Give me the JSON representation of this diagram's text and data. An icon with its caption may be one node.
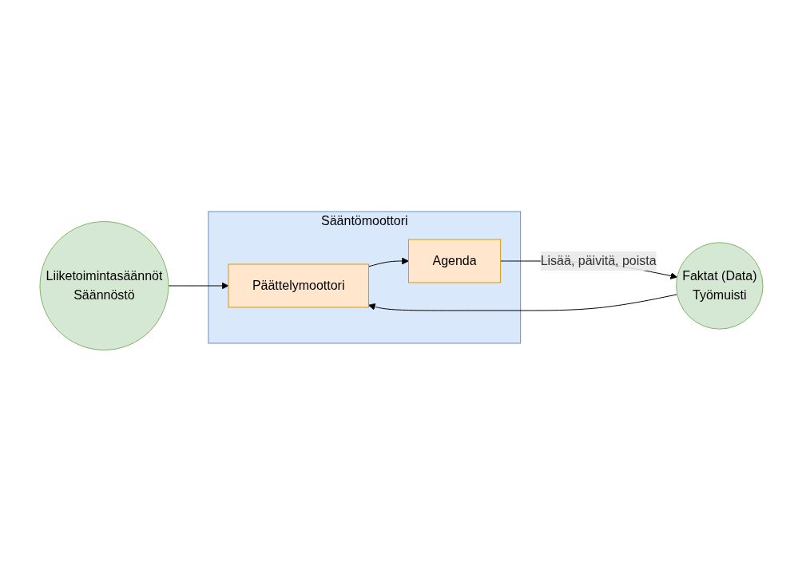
{
  "diagram": {
    "nodes": [
      {
        "text": [
          "Liiketoimintasäännöt",
          "Säännöstö"
        ]
      },
      {
        "text": [
          "Sääntömoottori"
        ]
      },
      {
        "text": [
          "Päättelymoottori"
        ],
        "in": 1
      },
      {
        "text": [
          "Agenda"
        ],
        "in": 1
      },
      {
        "text": [
          "Faktat (Data)",
          "Työmuisti"
        ]
      }
    ],
    "edges": [
      {
        "from": 0,
        "to": 2,
        "arrow": "to"
      },
      {
        "from": 4,
        "to": 2,
        "arrow": "to"
      },
      {
        "from": 2,
        "to": 3,
        "arrow": "to"
      },
      {
        "from": 3,
        "to": 4,
        "arrow": "to",
        "label": "Lisää, päivitä, poista"
      }
    ]
  }
}
